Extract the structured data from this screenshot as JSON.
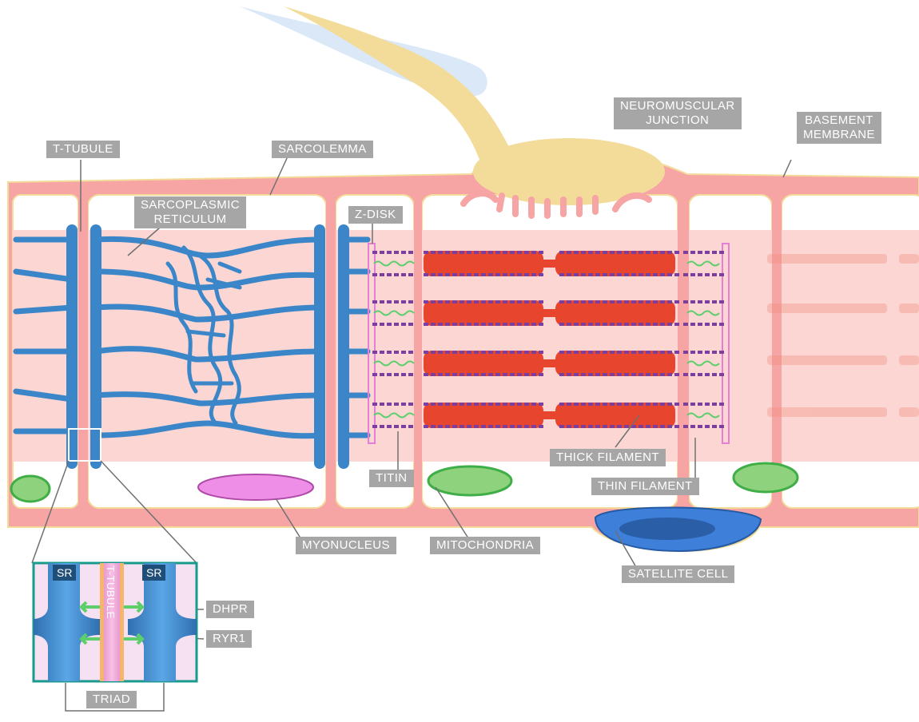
{
  "labels": {
    "t_tubule": "T-TUBULE",
    "sarcolemma": "SARCOLEMMA",
    "neuromuscular_junction": [
      "NEUROMUSCULAR",
      "JUNCTION"
    ],
    "basement_membrane": [
      "BASEMENT",
      "MEMBRANE"
    ],
    "sarcoplasmic_reticulum": [
      "SARCOPLASMIC",
      "RETICULUM"
    ],
    "z_disk": "Z-DISK",
    "titin": "TITIN",
    "thick_filament": "THICK FILAMENT",
    "thin_filament": "THIN FILAMENT",
    "myonucleus": "MYONUCLEUS",
    "mitochondria": "MITOCHONDRIA",
    "satellite_cell": "SATELLITE CELL",
    "dhpr": "DHPR",
    "ryr1": "RYR1",
    "triad": "TRIAD"
  },
  "inset": {
    "sr_left": "SR",
    "sr_right": "SR",
    "t_tubule_vertical": "T-TUBULE"
  },
  "colors": {
    "membrane": "#f4a6a6",
    "cytoplasm": "#fbd6d3",
    "sr": "#3a86c8",
    "thick_filament": "#e8452e",
    "thin_filament": "#7b3fa0",
    "titin": "#5ccf6b",
    "nerve": "#f3dc9a",
    "myonucleus": "#ee8ee6",
    "satellite": "#3d7fd9",
    "label_bg": "#a6a6a6",
    "inset_border": "#1a9a8c"
  }
}
